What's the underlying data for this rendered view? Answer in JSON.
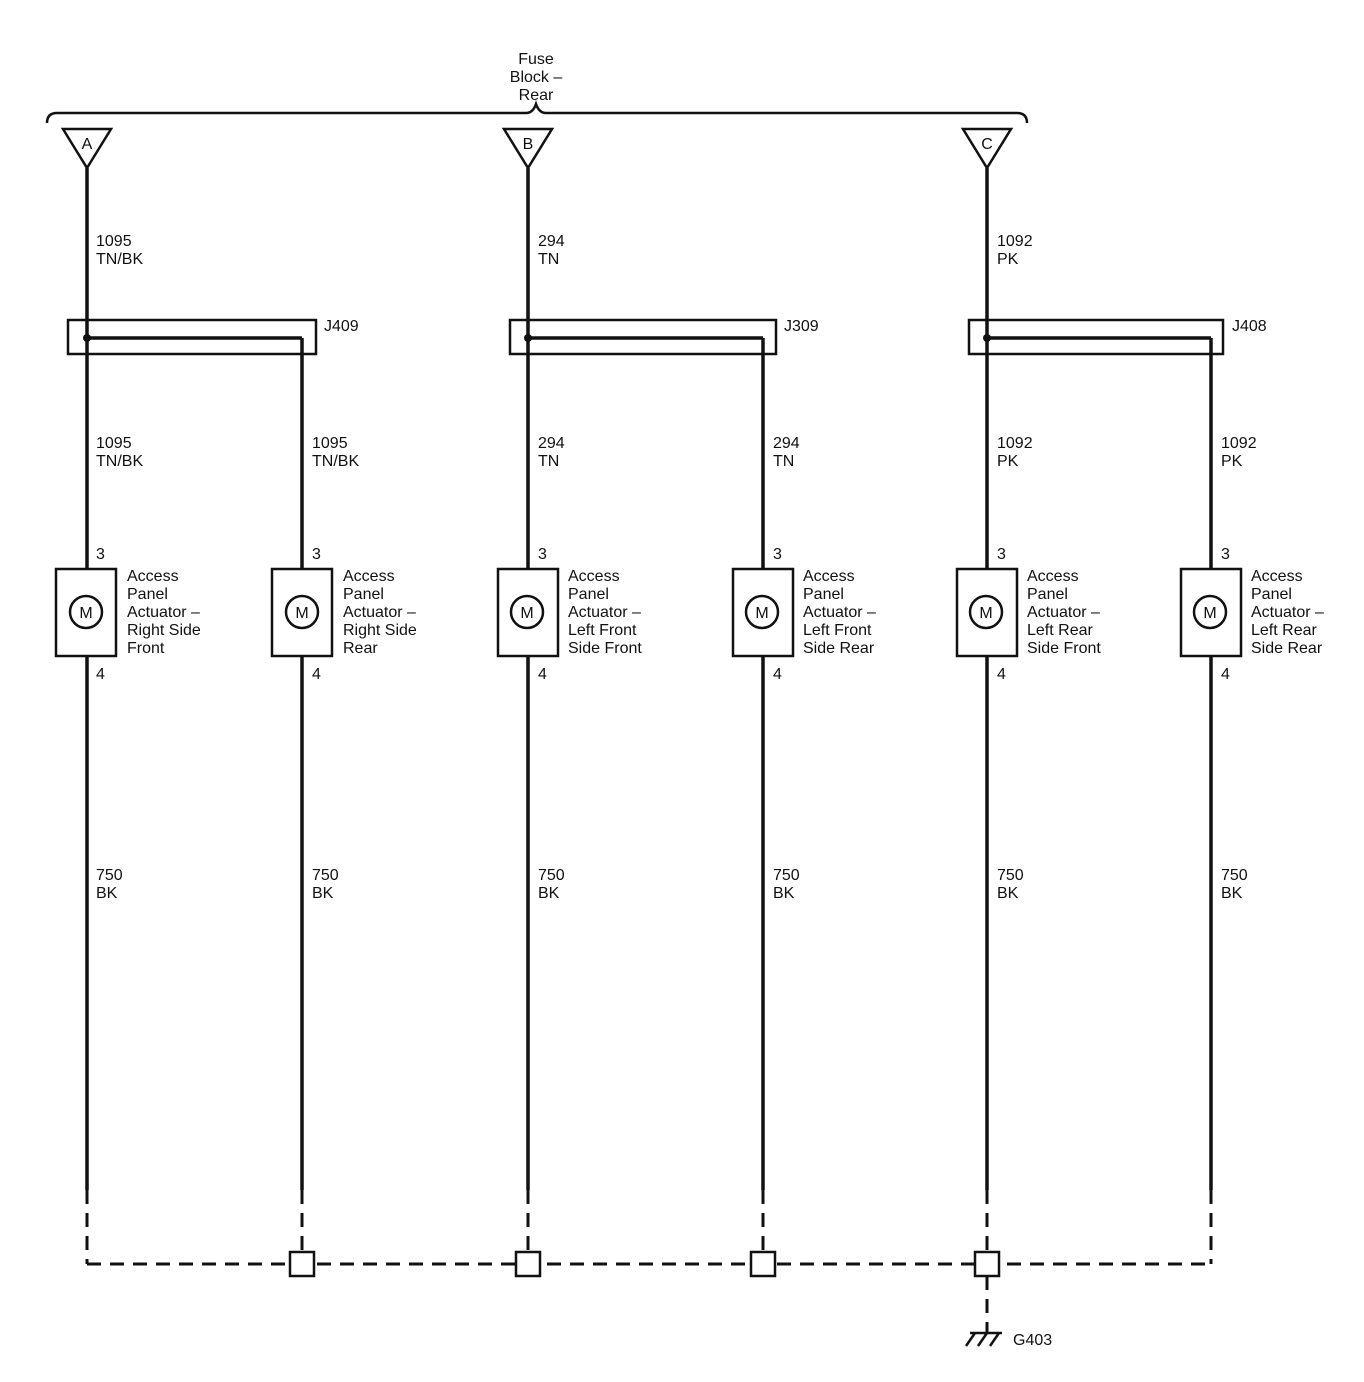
{
  "fuse_block": {
    "label_lines": [
      "Fuse",
      "Block –",
      "Rear"
    ],
    "terminals": [
      {
        "id": "A",
        "label": "A"
      },
      {
        "id": "B",
        "label": "B"
      },
      {
        "id": "C",
        "label": "C"
      }
    ]
  },
  "circuits": [
    {
      "terminal": "A",
      "feed_circuit": {
        "number": "1095",
        "color": "TN/BK"
      },
      "junction": "J409",
      "branches": [
        {
          "circuit": {
            "number": "1095",
            "color": "TN/BK"
          },
          "pin_top": "3",
          "pin_bottom": "4",
          "motor_symbol": "M",
          "actuator_lines": [
            "Access",
            "Panel",
            "Actuator –",
            "Right Side",
            "Front"
          ],
          "ground_circuit": {
            "number": "750",
            "color": "BK"
          }
        },
        {
          "circuit": {
            "number": "1095",
            "color": "TN/BK"
          },
          "pin_top": "3",
          "pin_bottom": "4",
          "motor_symbol": "M",
          "actuator_lines": [
            "Access",
            "Panel",
            "Actuator –",
            "Right Side",
            "Rear"
          ],
          "ground_circuit": {
            "number": "750",
            "color": "BK"
          }
        }
      ]
    },
    {
      "terminal": "B",
      "feed_circuit": {
        "number": "294",
        "color": "TN"
      },
      "junction": "J309",
      "branches": [
        {
          "circuit": {
            "number": "294",
            "color": "TN"
          },
          "pin_top": "3",
          "pin_bottom": "4",
          "motor_symbol": "M",
          "actuator_lines": [
            "Access",
            "Panel",
            "Actuator –",
            "Left Front",
            "Side Front"
          ],
          "ground_circuit": {
            "number": "750",
            "color": "BK"
          }
        },
        {
          "circuit": {
            "number": "294",
            "color": "TN"
          },
          "pin_top": "3",
          "pin_bottom": "4",
          "motor_symbol": "M",
          "actuator_lines": [
            "Access",
            "Panel",
            "Actuator –",
            "Left Front",
            "Side Rear"
          ],
          "ground_circuit": {
            "number": "750",
            "color": "BK"
          }
        }
      ]
    },
    {
      "terminal": "C",
      "feed_circuit": {
        "number": "1092",
        "color": "PK"
      },
      "junction": "J408",
      "branches": [
        {
          "circuit": {
            "number": "1092",
            "color": "PK"
          },
          "pin_top": "3",
          "pin_bottom": "4",
          "motor_symbol": "M",
          "actuator_lines": [
            "Access",
            "Panel",
            "Actuator –",
            "Left Rear",
            "Side Front"
          ],
          "ground_circuit": {
            "number": "750",
            "color": "BK"
          }
        },
        {
          "circuit": {
            "number": "1092",
            "color": "PK"
          },
          "pin_top": "3",
          "pin_bottom": "4",
          "motor_symbol": "M",
          "actuator_lines": [
            "Access",
            "Panel",
            "Actuator –",
            "Left Rear",
            "Side Rear"
          ],
          "ground_circuit": {
            "number": "750",
            "color": "BK"
          }
        }
      ]
    }
  ],
  "ground": {
    "label": "G403"
  }
}
